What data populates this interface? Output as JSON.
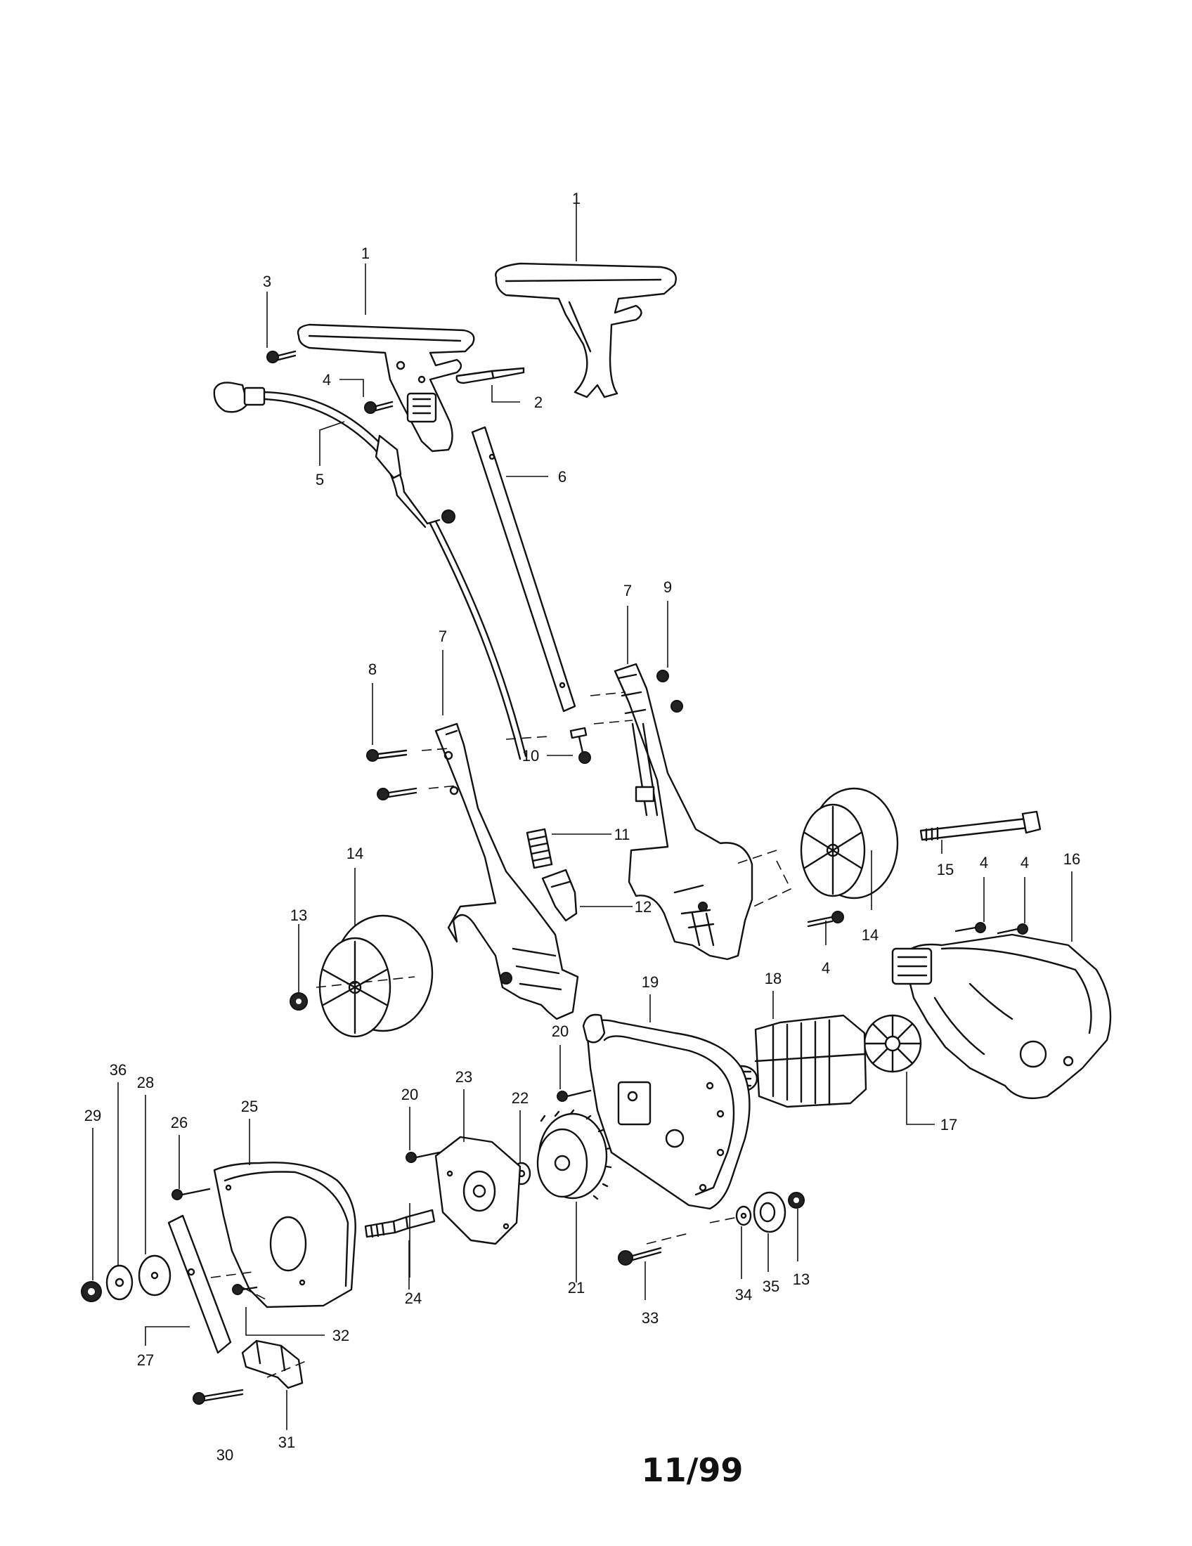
{
  "diagram": {
    "stamp": "11/99",
    "labels": {
      "l1a": "1",
      "l1b": "1",
      "l2": "2",
      "l3": "3",
      "l4a": "4",
      "l4b": "4",
      "l4c": "4",
      "l4d": "4",
      "l5": "5",
      "l6": "6",
      "l7a": "7",
      "l7b": "7",
      "l8": "8",
      "l9": "9",
      "l10": "10",
      "l11": "11",
      "l12": "12",
      "l13a": "13",
      "l13b": "13",
      "l14a": "14",
      "l14b": "14",
      "l15": "15",
      "l16": "16",
      "l17": "17",
      "l18": "18",
      "l19": "19",
      "l20a": "20",
      "l20b": "20",
      "l21": "21",
      "l22": "22",
      "l23": "23",
      "l24": "24",
      "l25": "25",
      "l26": "26",
      "l27": "27",
      "l28": "28",
      "l29": "29",
      "l30": "30",
      "l31": "31",
      "l32": "32",
      "l33": "33",
      "l34": "34",
      "l35": "35",
      "l36": "36"
    }
  }
}
